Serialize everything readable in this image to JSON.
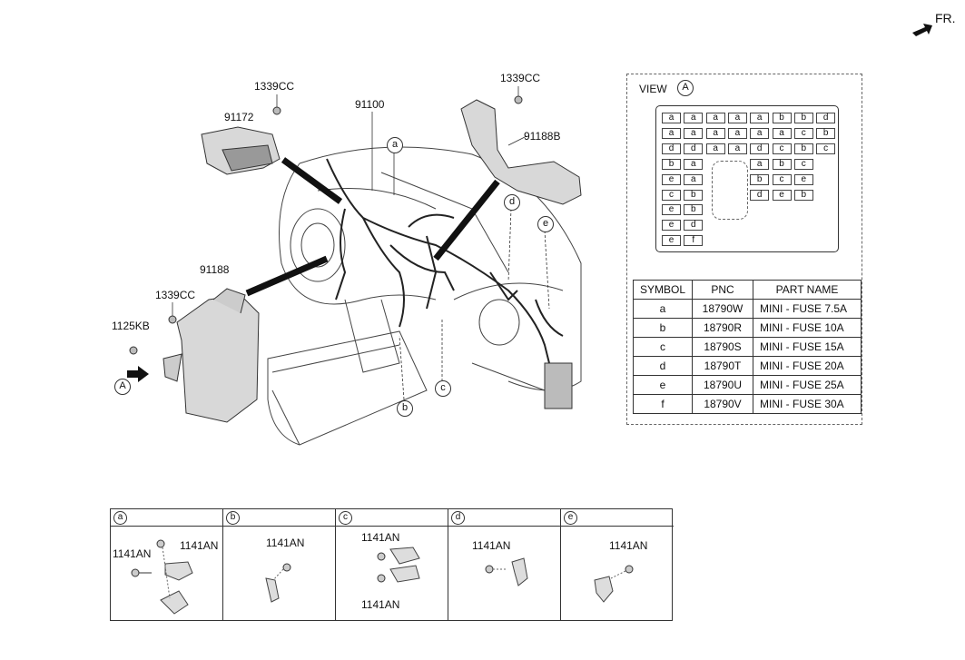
{
  "orientation": {
    "label": "FR."
  },
  "main_labels": {
    "clip_top_left": "1339CC",
    "bracket_left": "91172",
    "main_harness": "91100",
    "clip_top_right": "1339CC",
    "bracket_right": "91188B",
    "junction_box": "91188",
    "clip_junction": "1339CC",
    "bolt_junction": "1125KB"
  },
  "callouts": {
    "view_a": "A",
    "a": "a",
    "b": "b",
    "c": "c",
    "d": "d",
    "e": "e"
  },
  "view": {
    "title": "VIEW",
    "circle": "A",
    "fuse_rows": [
      [
        "a",
        "a",
        "a",
        "a",
        "a",
        "b",
        "b",
        "d"
      ],
      [
        "a",
        "a",
        "a",
        "a",
        "a",
        "a",
        "c",
        "b"
      ],
      [
        "d",
        "d",
        "a",
        "a",
        "d",
        "c",
        "b",
        "c"
      ],
      [
        "b",
        "a",
        "",
        "",
        "a",
        "b",
        "c",
        ""
      ],
      [
        "e",
        "a",
        "",
        "",
        "b",
        "c",
        "e",
        ""
      ],
      [
        "c",
        "b",
        "",
        "",
        "d",
        "e",
        "b",
        ""
      ],
      [
        "e",
        "b",
        "",
        "",
        "",
        "",
        "",
        ""
      ],
      [
        "e",
        "d",
        "",
        "",
        "",
        "",
        "",
        ""
      ],
      [
        "e",
        "f",
        "",
        "",
        "",
        "",
        "",
        ""
      ]
    ]
  },
  "table": {
    "headers": [
      "SYMBOL",
      "PNC",
      "PART NAME"
    ],
    "rows": [
      [
        "a",
        "18790W",
        "MINI - FUSE 7.5A"
      ],
      [
        "b",
        "18790R",
        "MINI - FUSE 10A"
      ],
      [
        "c",
        "18790S",
        "MINI - FUSE 15A"
      ],
      [
        "d",
        "18790T",
        "MINI - FUSE 20A"
      ],
      [
        "e",
        "18790U",
        "MINI - FUSE 25A"
      ],
      [
        "f",
        "18790V",
        "MINI - FUSE 30A"
      ]
    ]
  },
  "details": [
    {
      "letter": "a",
      "labels": [
        "1141AN",
        "1141AN"
      ]
    },
    {
      "letter": "b",
      "labels": [
        "1141AN"
      ]
    },
    {
      "letter": "c",
      "labels": [
        "1141AN",
        "1141AN"
      ]
    },
    {
      "letter": "d",
      "labels": [
        "1141AN"
      ]
    },
    {
      "letter": "e",
      "labels": [
        "1141AN"
      ]
    }
  ],
  "colors": {
    "line": "#333333",
    "fill": "#d8d8d8",
    "ink": "#111111"
  }
}
